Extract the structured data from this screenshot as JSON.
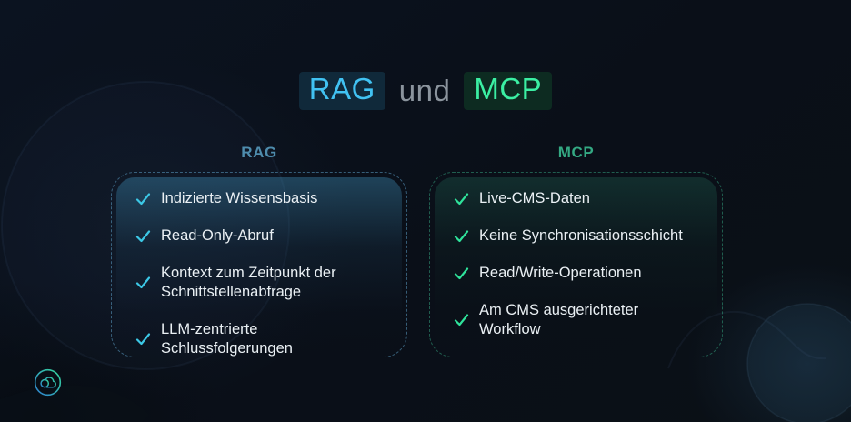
{
  "title": {
    "rag": "RAG",
    "connector": "und",
    "mcp": "MCP"
  },
  "rag_column": {
    "header": "RAG",
    "items": [
      "Indizierte Wissensbasis",
      "Read-Only-Abruf",
      "Kontext zum Zeitpunkt der Schnittstellenabfrage",
      "LLM-zentrierte Schlussfolgerungen"
    ]
  },
  "mcp_column": {
    "header": "MCP",
    "items": [
      "Live-CMS-Daten",
      "Keine Synchronisationsschicht",
      "Read/Write-Operationen",
      "Am CMS ausgerichteter Workflow"
    ]
  },
  "icons": {
    "check": "checkmark-icon",
    "logo": "cloud-link-logo"
  },
  "colors": {
    "background": "#0A0F18",
    "rag_accent": "#41C2F2",
    "rag_chip_bg": "#10293A",
    "rag_header": "#4E8CAD",
    "rag_check": "#3CC8E6",
    "mcp_accent": "#3BEFA3",
    "mcp_chip_bg": "#0D2B21",
    "mcp_header": "#34A983",
    "mcp_check": "#2FE39B",
    "connector_text": "#8B949D",
    "body_text": "#EAF0F4"
  }
}
